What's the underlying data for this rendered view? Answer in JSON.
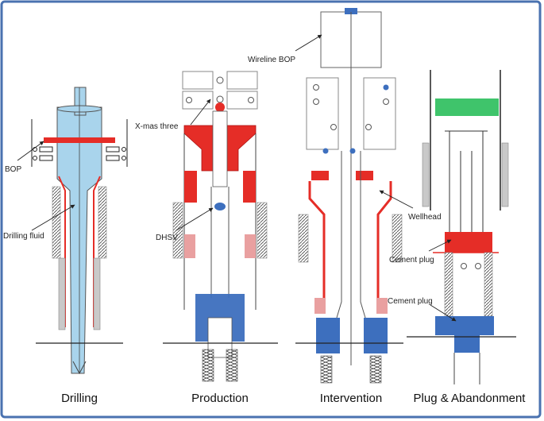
{
  "colors": {
    "frame": "#4a72b0",
    "fluid": "#a9d4ec",
    "red": "#e52d27",
    "blue": "#3d6fbe",
    "green": "#3fc46b",
    "grey": "#b8b8b8",
    "line": "#222222"
  },
  "labels": {
    "bop": "BOP",
    "drilling_fluid": "Drilling fluid",
    "xmas_three": "X-mas three",
    "dhsv": "DHSV",
    "wireline_bop": "Wireline BOP",
    "wellhead": "Wellhead",
    "cement_plug_upper": "Cement plug",
    "cement_plug_lower": "Cement plug"
  },
  "captions": {
    "drilling": "Drilling",
    "production": "Production",
    "intervention": "Intervention",
    "plug_abandonment": "Plug & Abandonment"
  }
}
